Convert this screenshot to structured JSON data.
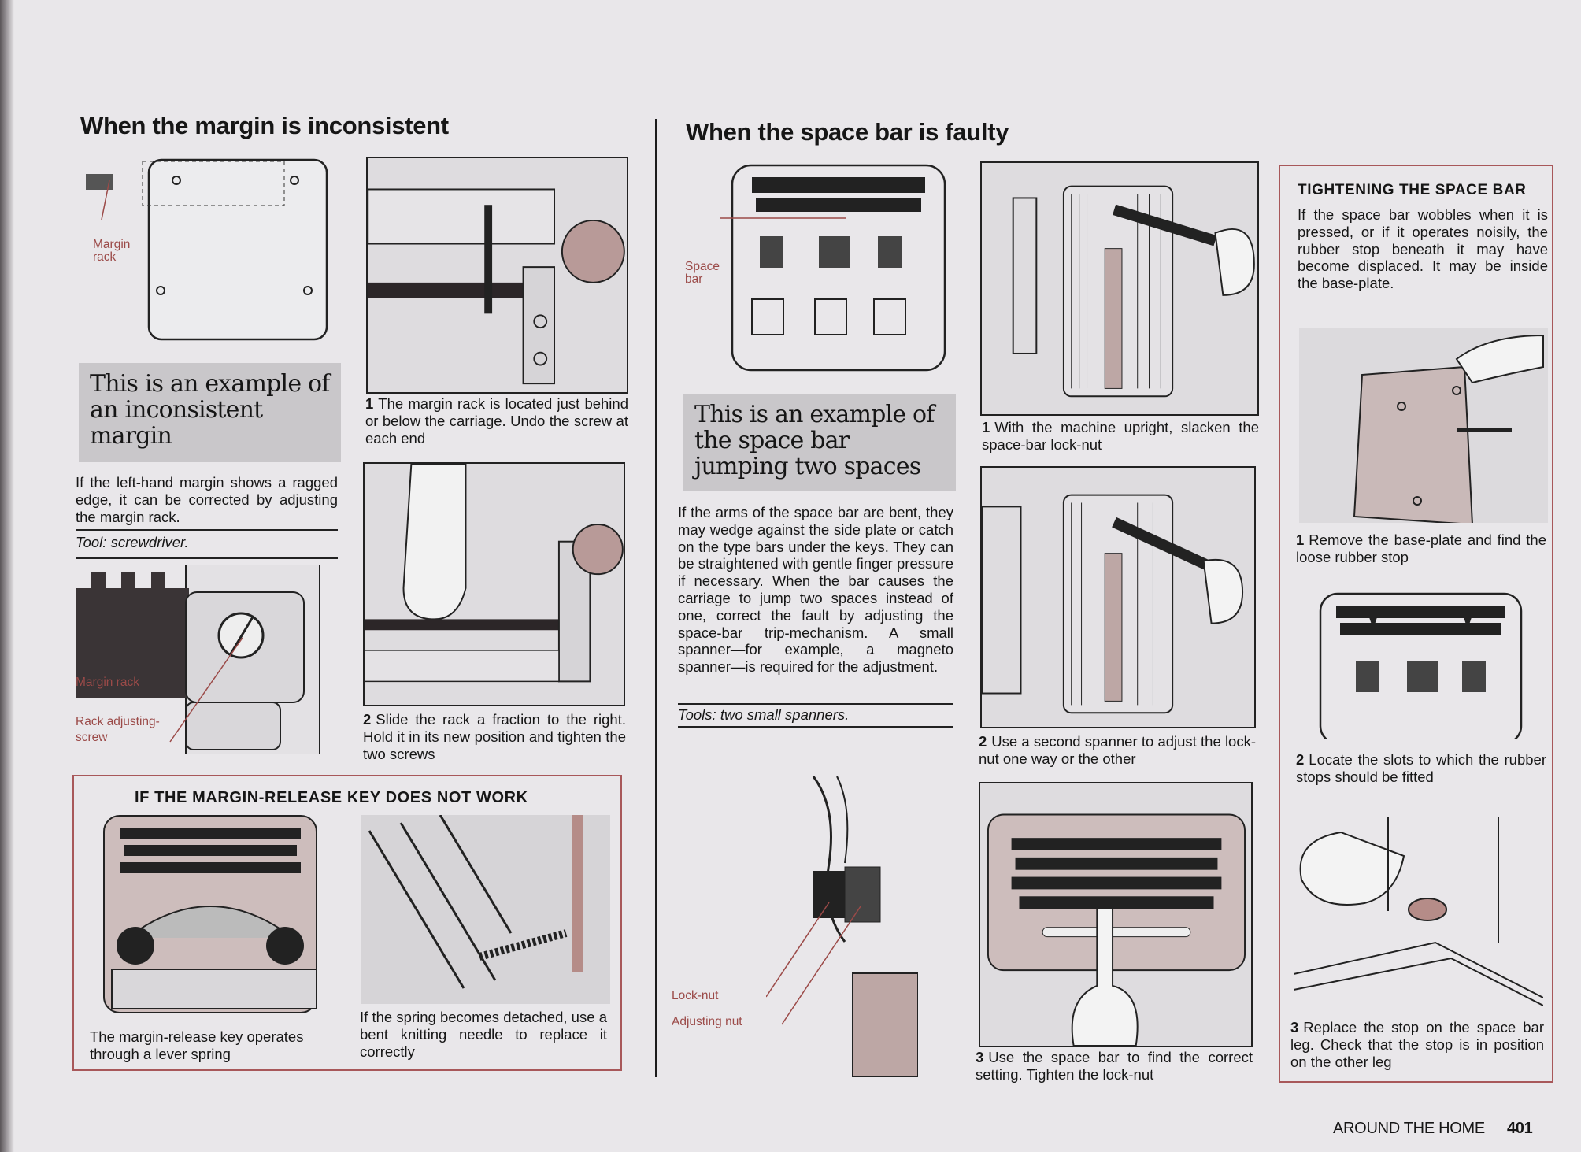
{
  "left": {
    "title": "When the margin is inconsistent",
    "fig_labels": {
      "margin_rack_top": "Margin rack",
      "margin_rack": "Margin rack",
      "rack_screw": "Rack adjusting-screw"
    },
    "example_box": "This is an example of an inconsistent margin",
    "body": "If the left-hand margin shows a ragged edge, it can be corrected by adjusting the margin rack.",
    "tool": "Tool: screwdriver.",
    "steps": [
      {
        "num": "1",
        "text": "The margin rack is located just behind or below the carriage. Undo the screw at each end"
      },
      {
        "num": "2",
        "text": "Slide the rack a fraction to the right. Hold it in its new position and tighten the two screws"
      }
    ],
    "release_box": {
      "heading": "IF THE MARGIN-RELEASE KEY DOES NOT WORK",
      "caption_a": "The margin-release key operates through a lever spring",
      "caption_b": "If the spring becomes detached, use a bent knitting needle to replace it correctly"
    }
  },
  "right": {
    "title": "When the space bar is faulty",
    "fig_labels": {
      "space_bar": "Space bar",
      "lock_nut": "Lock-nut",
      "adjusting_nut": "Adjusting nut"
    },
    "example_box": "This is an example of the space bar jumping two spaces",
    "body": "If the arms of the space bar are bent, they may wedge against the side plate or catch on the type bars under the keys. They can be straightened with gentle finger pressure if necessary. When the bar causes the carriage to jump two spaces instead of one, correct the fault by adjusting the space-bar trip-mechanism. A small spanner—for example, a magneto spanner—is required for the adjustment.",
    "tool": "Tools: two small spanners.",
    "steps": [
      {
        "num": "1",
        "text": "With the machine upright, slacken the space-bar lock-nut"
      },
      {
        "num": "2",
        "text": "Use a second spanner to adjust the lock-nut one way or the other"
      },
      {
        "num": "3",
        "text": "Use the space bar to find the correct setting. Tighten the lock-nut"
      }
    ],
    "tighten_box": {
      "heading": "TIGHTENING THE SPACE BAR",
      "body": "If the space bar wobbles when it is pressed, or if it operates noisily, the rubber stop beneath it may have become displaced. It may be inside the base-plate.",
      "steps": [
        {
          "num": "1",
          "text": "Remove the base-plate and find the loose rubber stop"
        },
        {
          "num": "2",
          "text": "Locate the slots to which the rubber stops should be fitted"
        },
        {
          "num": "3",
          "text": "Replace the stop on the space bar leg. Check that the stop is in position on the other leg"
        }
      ]
    }
  },
  "footer": {
    "section": "AROUND THE HOME",
    "page": "401"
  },
  "colors": {
    "label": "#9b4a48",
    "box_border": "#a8585a",
    "paper": "#e9e7ea",
    "highlight": "#c9b9b8"
  }
}
